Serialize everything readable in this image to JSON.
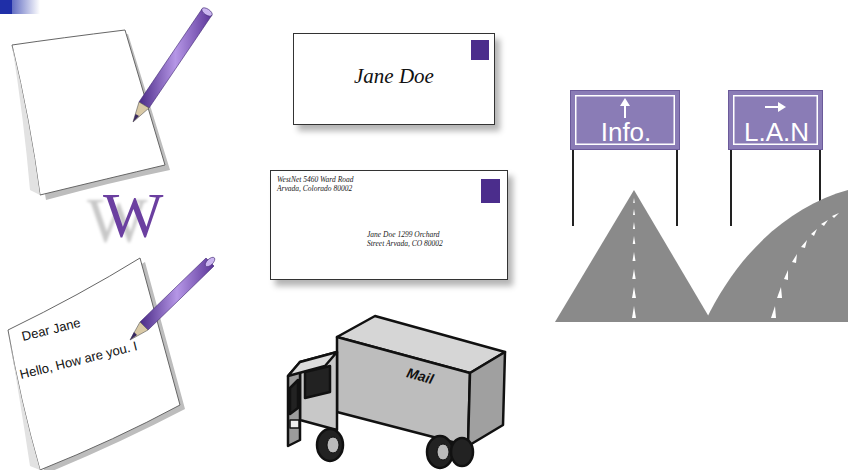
{
  "diagram": {
    "nodes": [
      {
        "text": [
          "Jane Doe"
        ]
      },
      {
        "text": [
          "Info."
        ]
      },
      {
        "text": [
          "L.A.N"
        ]
      },
      {
        "text": [
          "WestNet 5460 Ward Road Arvada, Colorado 80002",
          "Jane Doe 1299 Orchard Street Arvada, CO 80002"
        ]
      },
      {
        "text": [
          "Dear Jane",
          "Hello, How are you. I"
        ]
      },
      {
        "text": [
          "Mail"
        ]
      }
    ],
    "labels": [
      "W"
    ]
  }
}
